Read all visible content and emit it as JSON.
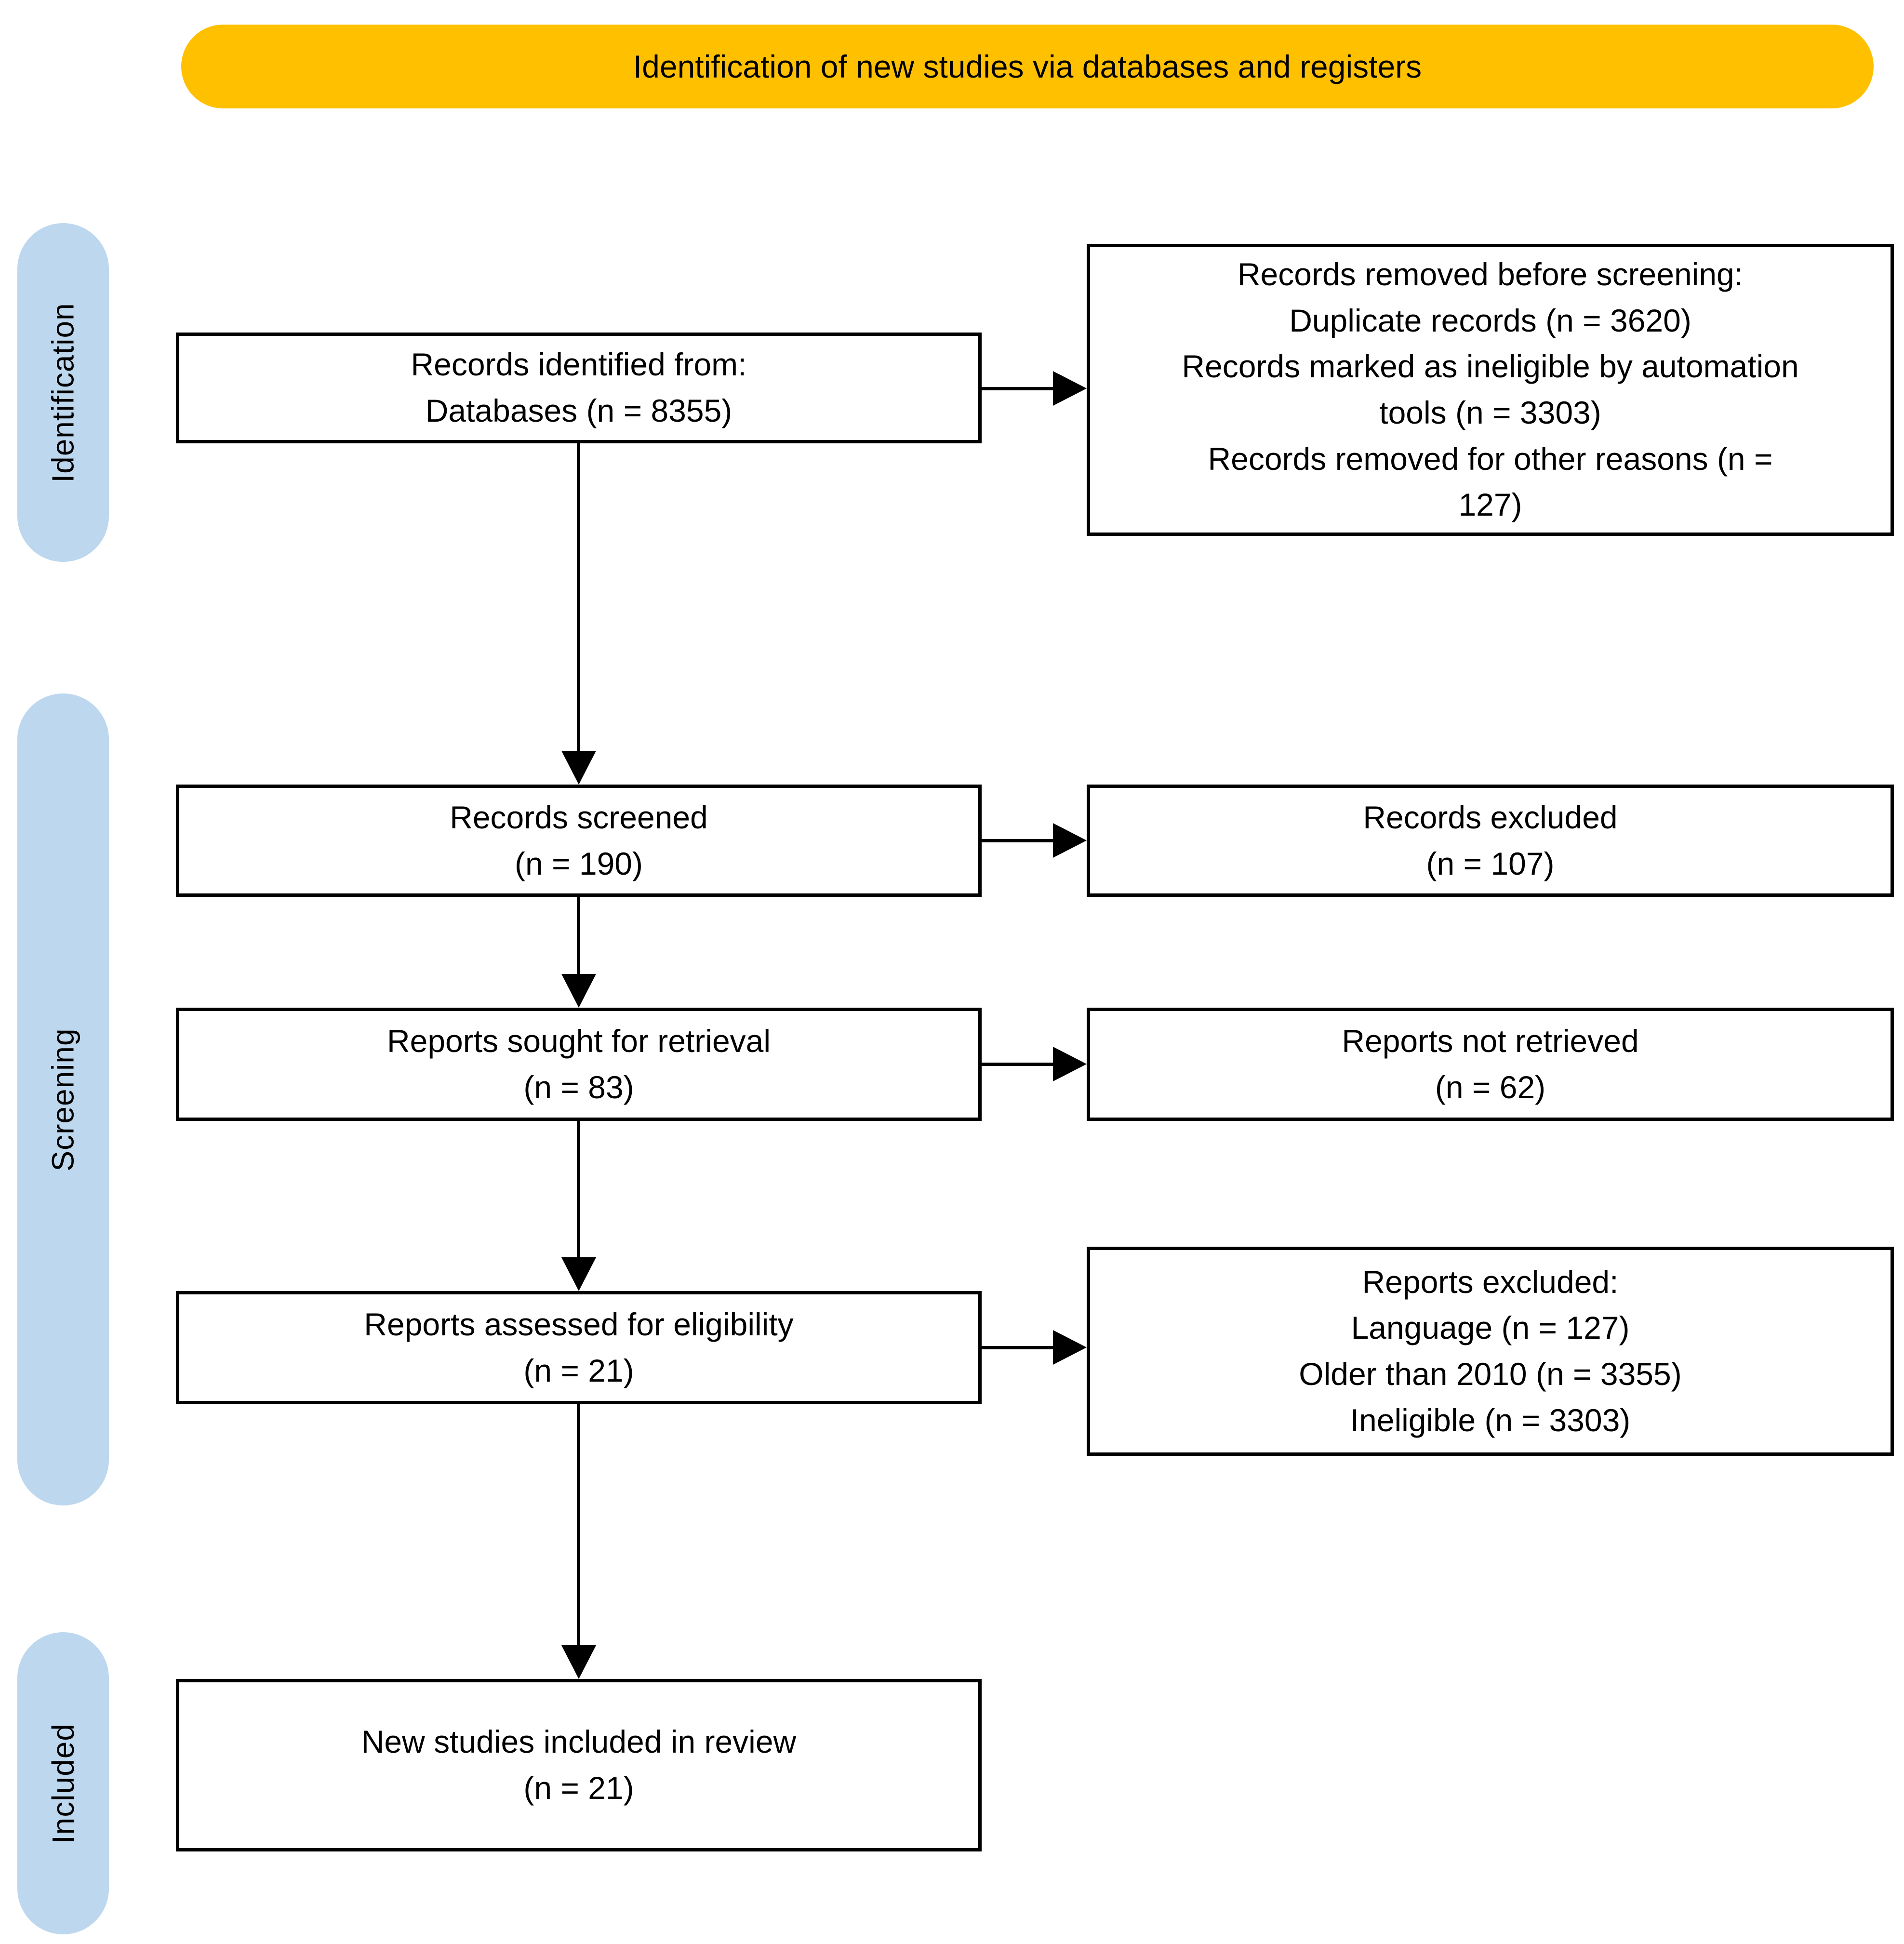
{
  "banner": {
    "label": "Identification of new studies via databases and registers",
    "bg_color": "#FFC000"
  },
  "sidebar": {
    "bg_color": "#BDD7EE",
    "stages": [
      {
        "label": "Identification"
      },
      {
        "label": "Screening"
      },
      {
        "label": "Included"
      }
    ]
  },
  "flow": {
    "left_boxes": [
      {
        "text": "Records identified from:\nDatabases (n = 8355)"
      },
      {
        "text": "Records screened\n(n = 190)"
      },
      {
        "text": "Reports sought for retrieval\n(n = 83)"
      },
      {
        "text": "Reports assessed for eligibility\n(n = 21)"
      },
      {
        "text": "New studies included in review\n(n = 21)"
      }
    ],
    "right_boxes": [
      {
        "text": "Records removed before screening:\nDuplicate records (n = 3620)\nRecords marked as ineligible by automation\ntools (n = 3303)\nRecords removed for other reasons (n =\n127)"
      },
      {
        "text": "Records excluded\n(n = 107)"
      },
      {
        "text": "Reports not retrieved\n(n = 62)"
      },
      {
        "text": "Reports excluded:\nLanguage (n = 127)\nOlder than 2010 (n = 3355)\nIneligible (n = 3303)"
      }
    ],
    "counts": {
      "identified": 8355,
      "duplicates_removed": 3620,
      "automation_ineligible": 3303,
      "other_reasons_removed": 127,
      "screened": 190,
      "records_excluded": 107,
      "sought_for_retrieval": 83,
      "not_retrieved": 62,
      "assessed_for_eligibility": 21,
      "excluded_language": 127,
      "excluded_older_than_2010": 3355,
      "excluded_ineligible": 3303,
      "included_in_review": 21
    }
  }
}
